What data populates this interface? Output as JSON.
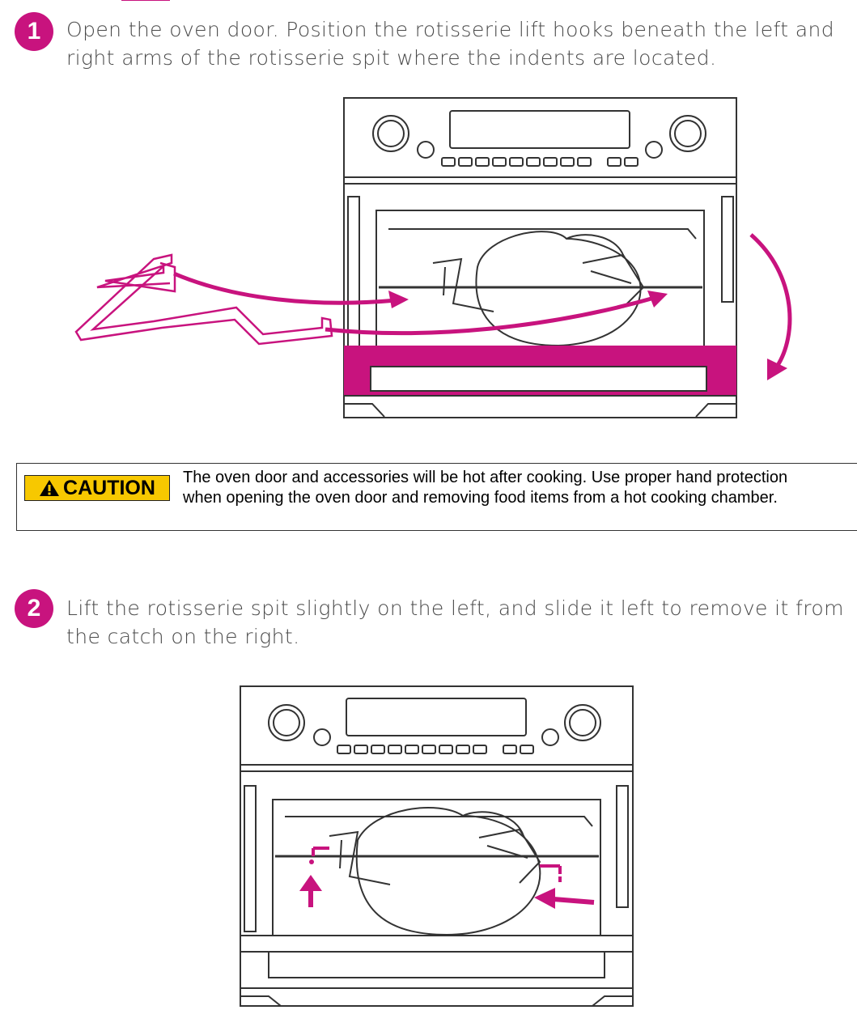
{
  "steps": [
    {
      "number": "1",
      "text": "Open the oven door. Position the rotisserie lift hooks beneath the left and right arms of the rotisserie spit where the indents are located."
    },
    {
      "number": "2",
      "text": "Lift the rotisserie spit slightly on the left, and slide it left to remove it from the catch on the right."
    }
  ],
  "caution": {
    "label": "CAUTION",
    "text": "The oven door and accessories will be hot after cooking. Use proper hand protection when opening the oven door and removing food items from a hot cooking chamber."
  },
  "colors": {
    "accent": "#c8137e",
    "caution": "#f7c800"
  },
  "icons": {
    "caution": "warning-triangle-icon"
  }
}
